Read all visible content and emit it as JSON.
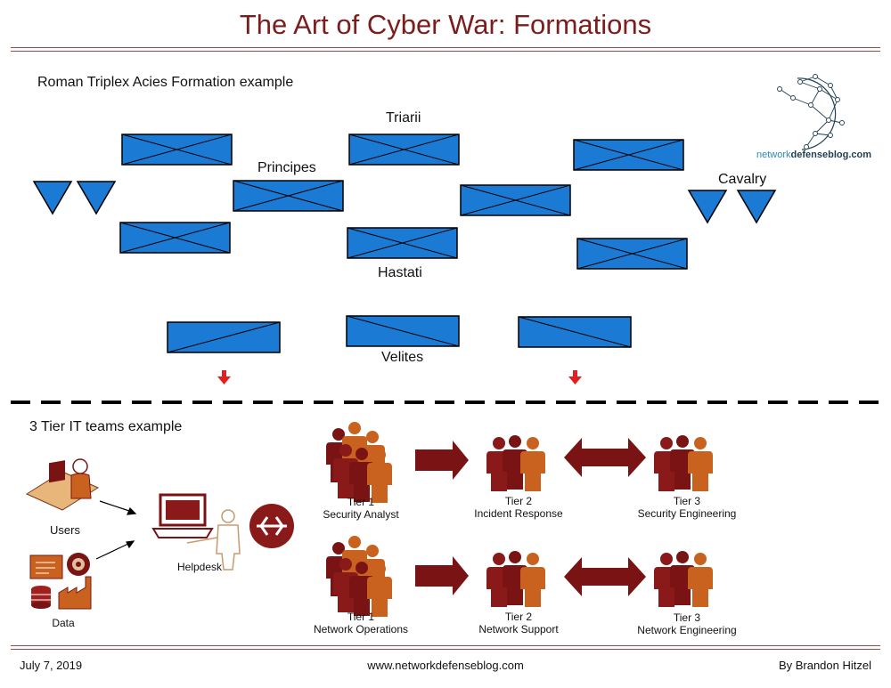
{
  "header": {
    "title": "The Art of Cyber War: Formations"
  },
  "roman": {
    "section_label": "Roman Triplex Acies Formation example",
    "labels": {
      "triarii": "Triarii",
      "principes": "Principes",
      "hastati": "Hastati",
      "velites": "Velites",
      "cavalry": "Cavalry"
    }
  },
  "logo": {
    "prefix": "network",
    "middle": "defense",
    "suffix": "blog.com"
  },
  "it": {
    "section_label": "3 Tier IT teams example",
    "users": "Users",
    "data": "Data",
    "helpdesk": "Helpdesk",
    "security": {
      "tier1": {
        "tier": "Tier 1",
        "name": "Security Analyst"
      },
      "tier2": {
        "tier": "Tier 2",
        "name": "Incident Response"
      },
      "tier3": {
        "tier": "Tier 3",
        "name": "Security Engineering"
      }
    },
    "network": {
      "tier1": {
        "tier": "Tier 1",
        "name": "Network Operations"
      },
      "tier2": {
        "tier": "Tier 2",
        "name": "Network Support"
      },
      "tier3": {
        "tier": "Tier 3",
        "name": "Network Engineering"
      }
    }
  },
  "footer": {
    "date": "July 7, 2019",
    "url": "www.networkdefenseblog.com",
    "author": "By Brandon Hitzel"
  },
  "colors": {
    "title": "#7a1d1d",
    "unit_fill": "#1a7ad4",
    "maroon": "#7a1414",
    "orange": "#c8621e",
    "red_arrow": "#e0201e"
  }
}
